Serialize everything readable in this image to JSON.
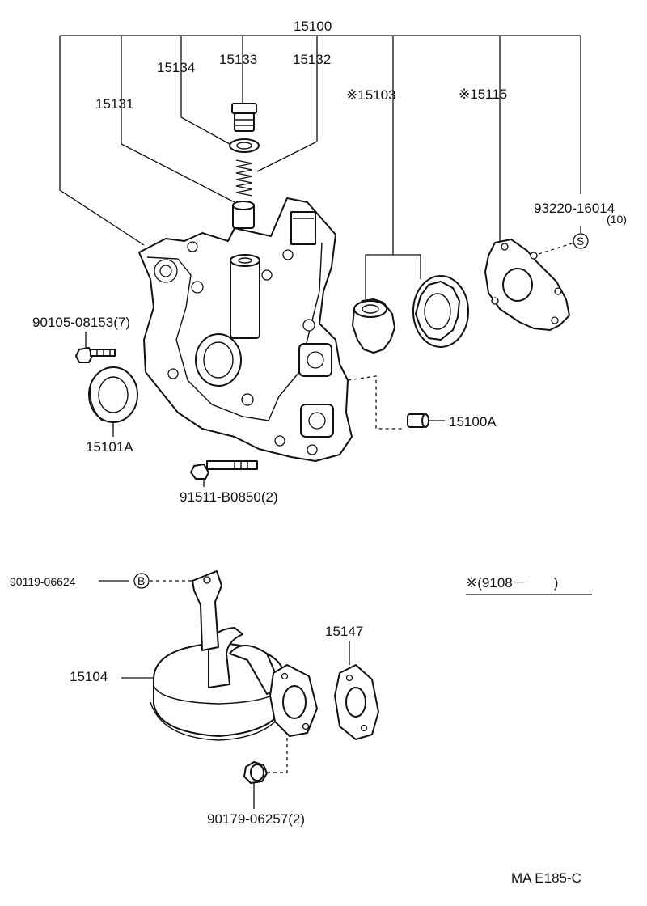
{
  "labels": {
    "p15100": "15100",
    "p15134": "15134",
    "p15133": "15133",
    "p15132": "15132",
    "p15131": "15131",
    "p15103": "※15103",
    "p15115": "※15115",
    "p93220": "93220-16014",
    "p93220_qty": "(10)",
    "symbol_s": "S",
    "p90105": "90105-08153(7)",
    "p15101A": "15101A",
    "p15100A": "15100A",
    "p91511": "91511-B0850(2)",
    "p90119": "90119-06624",
    "symbol_b": "B",
    "date_note": "※(9108－　　)",
    "p15147": "15147",
    "p15104": "15104",
    "p90179": "90179-06257(2)",
    "figure_code": "MA  E185-C"
  }
}
